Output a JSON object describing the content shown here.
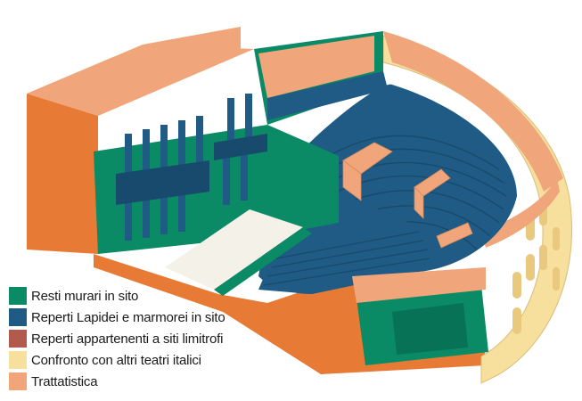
{
  "legend": [
    {
      "label": "Resti murari in sito",
      "color": "#0b8a66"
    },
    {
      "label": "Reperti Lapidei e marmorei in sito",
      "color": "#1f5b84"
    },
    {
      "label": "Reperti appartenenti a siti limitrofi",
      "color": "#b25a4e"
    },
    {
      "label": "Confronto con altri teatri italici",
      "color": "#f7df9e"
    },
    {
      "label": "Trattatistica",
      "color": "#f0a57a"
    }
  ],
  "palette": {
    "masonry": "#0b8a66",
    "stone": "#1f5b84",
    "stone_dark": "#174a6c",
    "comparison": "#f7df9e",
    "treatise": "#f0a57a",
    "treatise_dark": "#e77a35",
    "stage_floor": "#f3f1e8"
  }
}
